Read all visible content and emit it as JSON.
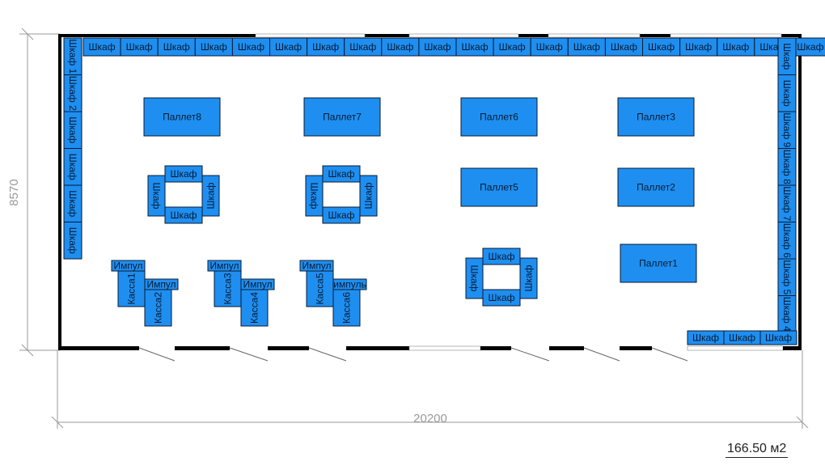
{
  "dimensions": {
    "width_label": "20200",
    "height_label": "8570"
  },
  "area_label": "166.50 м2",
  "top_shelf_labels": [
    "Шкаф",
    "Шкаф",
    "Шкаф",
    "Шкаф",
    "Шкаф",
    "Шкаф",
    "Шкаф",
    "Шкаф",
    "Шкаф",
    "Шкаф",
    "Шкаф",
    "Шкаф",
    "Шкаф",
    "Шкаф",
    "Шкаф",
    "Шкаф",
    "Шкаф",
    "Шкаф",
    "Шкаф",
    "Шкаф"
  ],
  "left_shelf_labels": [
    "Шкаф 1",
    "Шкаф 2",
    "Шкаф",
    "Шкаф",
    "Шкаф",
    "Шкаф"
  ],
  "right_shelf_labels": [
    "Шкаф",
    "Шкаф",
    "Шкаф 9",
    "Шкаф 8",
    "Шкаф 7",
    "Шкаф 6",
    "Шкаф 5",
    "Шкаф 4"
  ],
  "bottom_right_shelf_labels": [
    "Шкаф",
    "Шкаф",
    "Шкаф"
  ],
  "pallets": [
    "Паллет8",
    "Паллет7",
    "Паллет6",
    "Паллет3",
    "Паллет5",
    "Паллет2",
    "Паллет1"
  ],
  "islands": [
    {
      "top": "Шкаф",
      "bottom": "Шкаф",
      "left": "Шкаф",
      "right": "Шкаф"
    },
    {
      "top": "Шкаф",
      "bottom": "Шкаф",
      "left": "Шкаф",
      "right": "Шкаф"
    },
    {
      "top": "Шкаф",
      "bottom": "Шкаф",
      "left": "Шкаф",
      "right": "Шкаф"
    }
  ],
  "checkouts": [
    {
      "impulse_a": "Импул",
      "kassa_a": "Касса1",
      "impulse_b": "Импул",
      "kassa_b": "Касса2"
    },
    {
      "impulse_a": "Импул",
      "kassa_a": "Касса3",
      "impulse_b": "Импул",
      "kassa_b": "Касса4"
    },
    {
      "impulse_a": "Импул",
      "kassa_a": "Касса5",
      "impulse_b": "импуль",
      "kassa_b": "Касса6"
    }
  ],
  "colors": {
    "block": "#1e8ff0",
    "outline": "#0a1a33",
    "wall": "#000000",
    "dimension": "#999999"
  }
}
